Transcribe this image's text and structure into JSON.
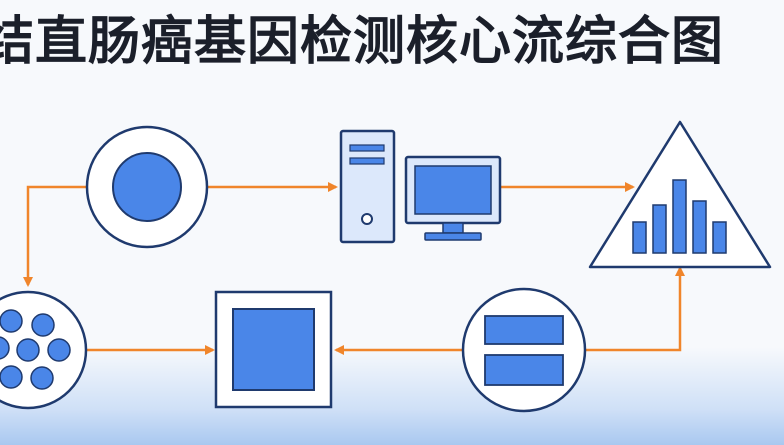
{
  "title": "结直肠癌基因检测核心流综合图",
  "colors": {
    "outline": "#1f3a6e",
    "fill_blue": "#4a86e8",
    "fill_light": "#dce8fb",
    "arrow": "#f0852b",
    "background": "#f7f9fc"
  },
  "nodes": [
    {
      "id": "sample",
      "shape": "circle-with-dot",
      "icon": "sample-circle-icon"
    },
    {
      "id": "computer",
      "shape": "tower-and-monitor",
      "icon": "computer-workstation-icon"
    },
    {
      "id": "analysis",
      "shape": "triangle-with-bar-chart",
      "icon": "bar-chart-triangle-icon"
    },
    {
      "id": "cells",
      "shape": "circle-with-dots",
      "icon": "cell-cluster-icon"
    },
    {
      "id": "result",
      "shape": "square-in-square",
      "icon": "report-square-icon"
    },
    {
      "id": "database",
      "shape": "circle-with-rows",
      "icon": "data-rows-circle-icon"
    }
  ]
}
